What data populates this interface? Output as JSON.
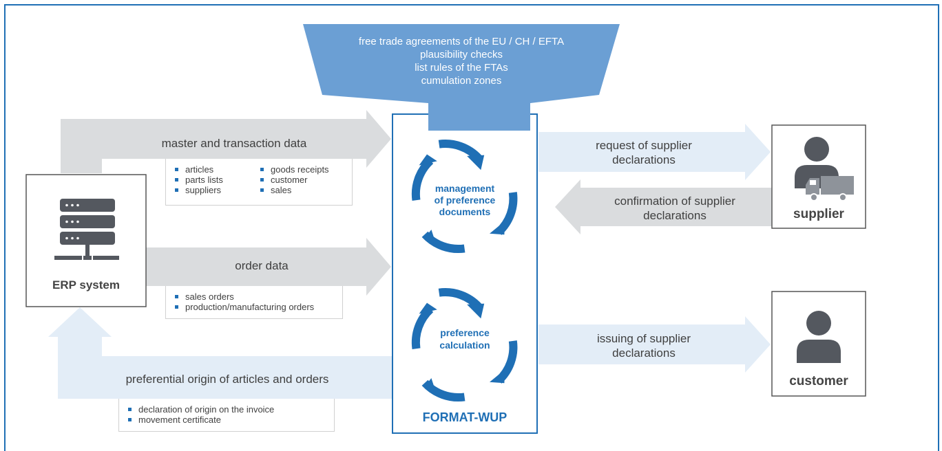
{
  "funnel": {
    "lines": [
      "free trade agreements of the EU / CH / EFTA",
      "plausibility checks",
      "list rules of the FTAs",
      "cumulation zones"
    ]
  },
  "erp": {
    "label": "ERP system"
  },
  "center": {
    "cycle1": [
      "management",
      "of preference",
      "documents"
    ],
    "cycle2": [
      "preference",
      "calculation"
    ],
    "title": "FORMAT-WUP"
  },
  "flows": {
    "master": {
      "label": "master and transaction data",
      "items_col1": [
        "articles",
        "parts lists",
        "suppliers"
      ],
      "items_col2": [
        "goods receipts",
        "customer",
        "sales"
      ]
    },
    "order": {
      "label": "order data",
      "items": [
        "sales orders",
        "production/manufacturing orders"
      ]
    },
    "preferential": {
      "label": "preferential origin of articles and orders",
      "items": [
        "declaration of origin on the invoice",
        "movement certificate"
      ]
    },
    "request": {
      "lines": [
        "request of supplier",
        "declarations"
      ]
    },
    "confirmation": {
      "lines": [
        "confirmation of supplier",
        "declarations"
      ]
    },
    "issuing": {
      "lines": [
        "issuing of supplier",
        "declarations"
      ]
    }
  },
  "supplier": {
    "label": "supplier"
  },
  "customer": {
    "label": "customer"
  },
  "colors": {
    "frame": "#1f6fb5",
    "gray_arrow": "#dadcde",
    "light_blue_arrow": "#e3edf7",
    "funnel": "#6b9fd4",
    "cycle": "#1f6fb5",
    "icon": "#54585f"
  }
}
